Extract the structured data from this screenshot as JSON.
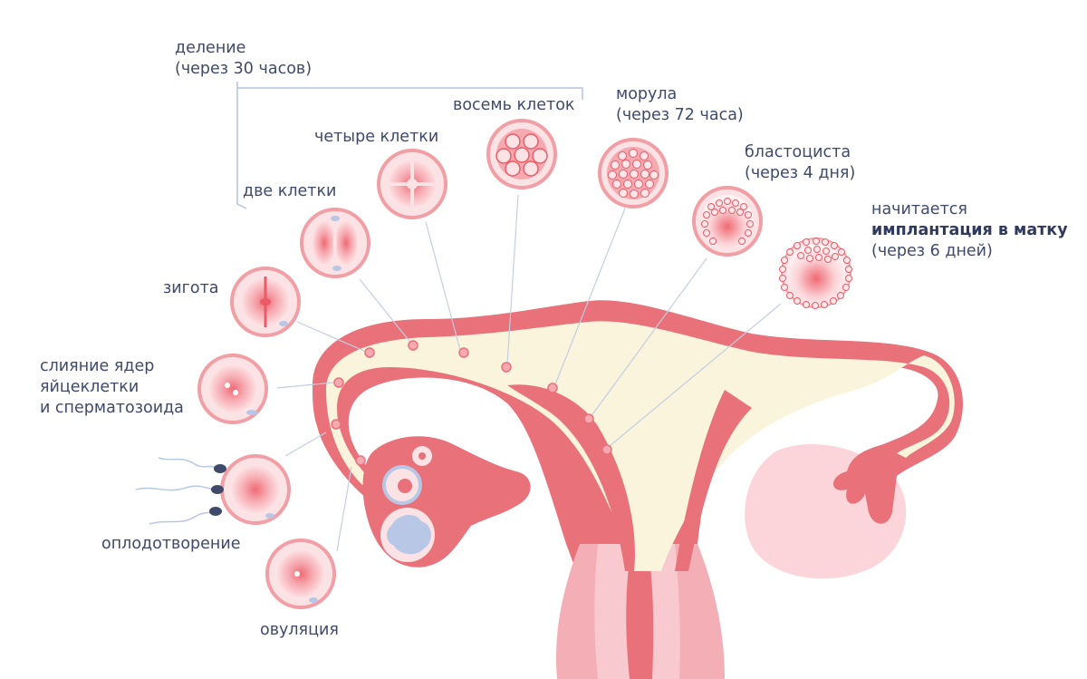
{
  "labels": {
    "division": {
      "line1": "деление",
      "line2": "(через 30 часов)"
    },
    "eight_cells": "восемь клеток",
    "morula": {
      "line1": "морула",
      "line2": "(через 72 часа)"
    },
    "four_cells": "четыре клетки",
    "blastocyst": {
      "line1": "бластоциста",
      "line2": "(через 4 дня)"
    },
    "two_cells": "две клетки",
    "implantation": {
      "line1": "начитается",
      "line2": "имплантация в матку",
      "line3": "(через 6 дней)"
    },
    "zygote": "зигота",
    "fusion": {
      "line1": "слияние ядер",
      "line2": "яйцеклетки",
      "line3": "и сперматозоида"
    },
    "fertilization": "оплодотворение",
    "ovulation": "овуляция"
  },
  "colors": {
    "uterus_wall": "#e8717a",
    "uterus_cavity": "#fbf4dc",
    "cervix": "#f4aeb5",
    "ovary_right": "#fbd5da",
    "ovary_left": "#e8717a",
    "cell_fill": "#fbe3e5",
    "cell_ring": "#f19ea5",
    "cell_core": "#ec5a66",
    "polar_body": "#b8c7e6",
    "sperm": "#3f4a6b",
    "text": "#3f4a6b",
    "bracket": "#b3c4e0",
    "leader_line": "#c3cee2"
  }
}
